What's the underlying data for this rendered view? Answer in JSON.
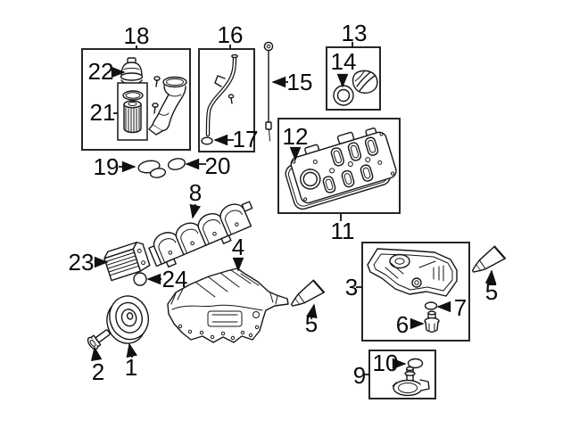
{
  "figure": {
    "kind": "exploded-parts-diagram",
    "background": "#ffffff",
    "ink_color": "#161616",
    "box_border_color": "#262626",
    "label_color": "#0a0a0a"
  },
  "parts": {
    "p1": "crankshaft-pulley",
    "p2": "pulley-bolt",
    "p3": "lower-oil-pan",
    "p4": "upper-oil-pan",
    "p5": "sealant-tube",
    "p6": "drain-plug",
    "p7": "drain-plug-seal",
    "p8": "oil-baffle-tray",
    "p9": "oil-pickup-kit",
    "p10": "pickup-o-ring",
    "p11": "valve-cover",
    "p12": "valve-cover-gasket",
    "p13": "filler-cap-kit",
    "p14": "filler-cap-seal",
    "p15": "oil-dipstick",
    "p16": "dipstick-tube-kit",
    "p17": "dipstick-tube-seal",
    "p18": "oil-filter-housing-kit",
    "p19": "filter-housing-gaskets",
    "p20": "filter-housing-gasket",
    "p21": "oil-filter-element",
    "p22": "oil-filter-cap",
    "p23": "oil-cooler",
    "p24": "oil-cooler-seal"
  },
  "callouts": {
    "c1": "1",
    "c2": "2",
    "c3": "3",
    "c4": "4",
    "c5a": "5",
    "c5b": "5",
    "c6": "6",
    "c7": "7",
    "c8": "8",
    "c9": "9",
    "c10": "10",
    "c11": "11",
    "c12": "12",
    "c13": "13",
    "c14": "14",
    "c15": "15",
    "c16": "16",
    "c17": "17",
    "c18": "18",
    "c19": "19",
    "c20": "20",
    "c21": "21",
    "c22": "22",
    "c23": "23",
    "c24": "24"
  }
}
